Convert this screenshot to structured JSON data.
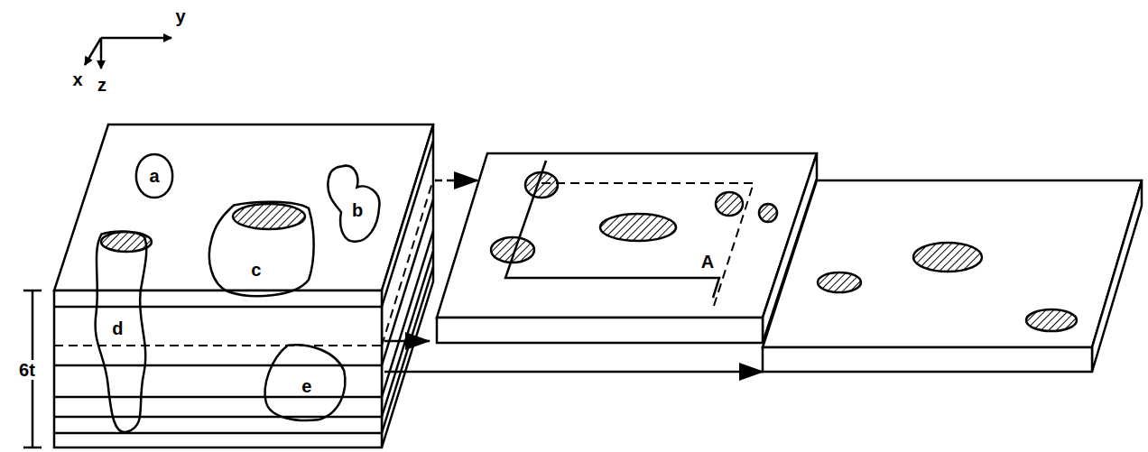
{
  "diagram": {
    "nodes": [
      {
        "text": [
          "a"
        ]
      },
      {
        "text": [
          "b"
        ]
      },
      {
        "text": [
          "c"
        ]
      },
      {
        "text": [
          "d"
        ]
      },
      {
        "text": [
          "e"
        ]
      }
    ],
    "labels": [
      "y",
      "x",
      "z",
      "6t",
      "A"
    ]
  }
}
